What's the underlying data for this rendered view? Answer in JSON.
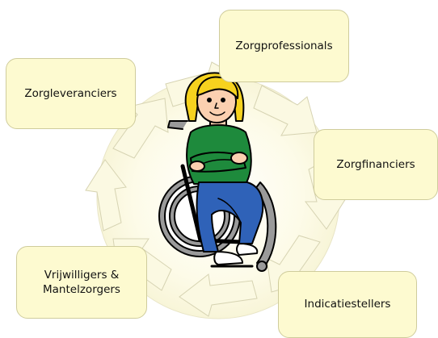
{
  "stakeholders": {
    "zorgprofessionals": "Zorgprofessionals",
    "zorgleveranciers": "Zorgleveranciers",
    "zorgfinanciers": "Zorgfinanciers",
    "vrijwilligers": "Vrijwilligers &\nMantelzorgers",
    "indicatiestellers": "Indicatiestellers"
  },
  "center": {
    "icon": "person-in-wheelchair-icon"
  },
  "colors": {
    "box_fill": "#fdfad0",
    "box_border": "#cfcc9c",
    "cycle_fill": "#fbf9e2",
    "cycle_stroke": "#d6d3b2",
    "shirt": "#1e8a3c",
    "trousers": "#2f62b8",
    "hair": "#f6d21e",
    "skin": "#fbd0b0"
  }
}
